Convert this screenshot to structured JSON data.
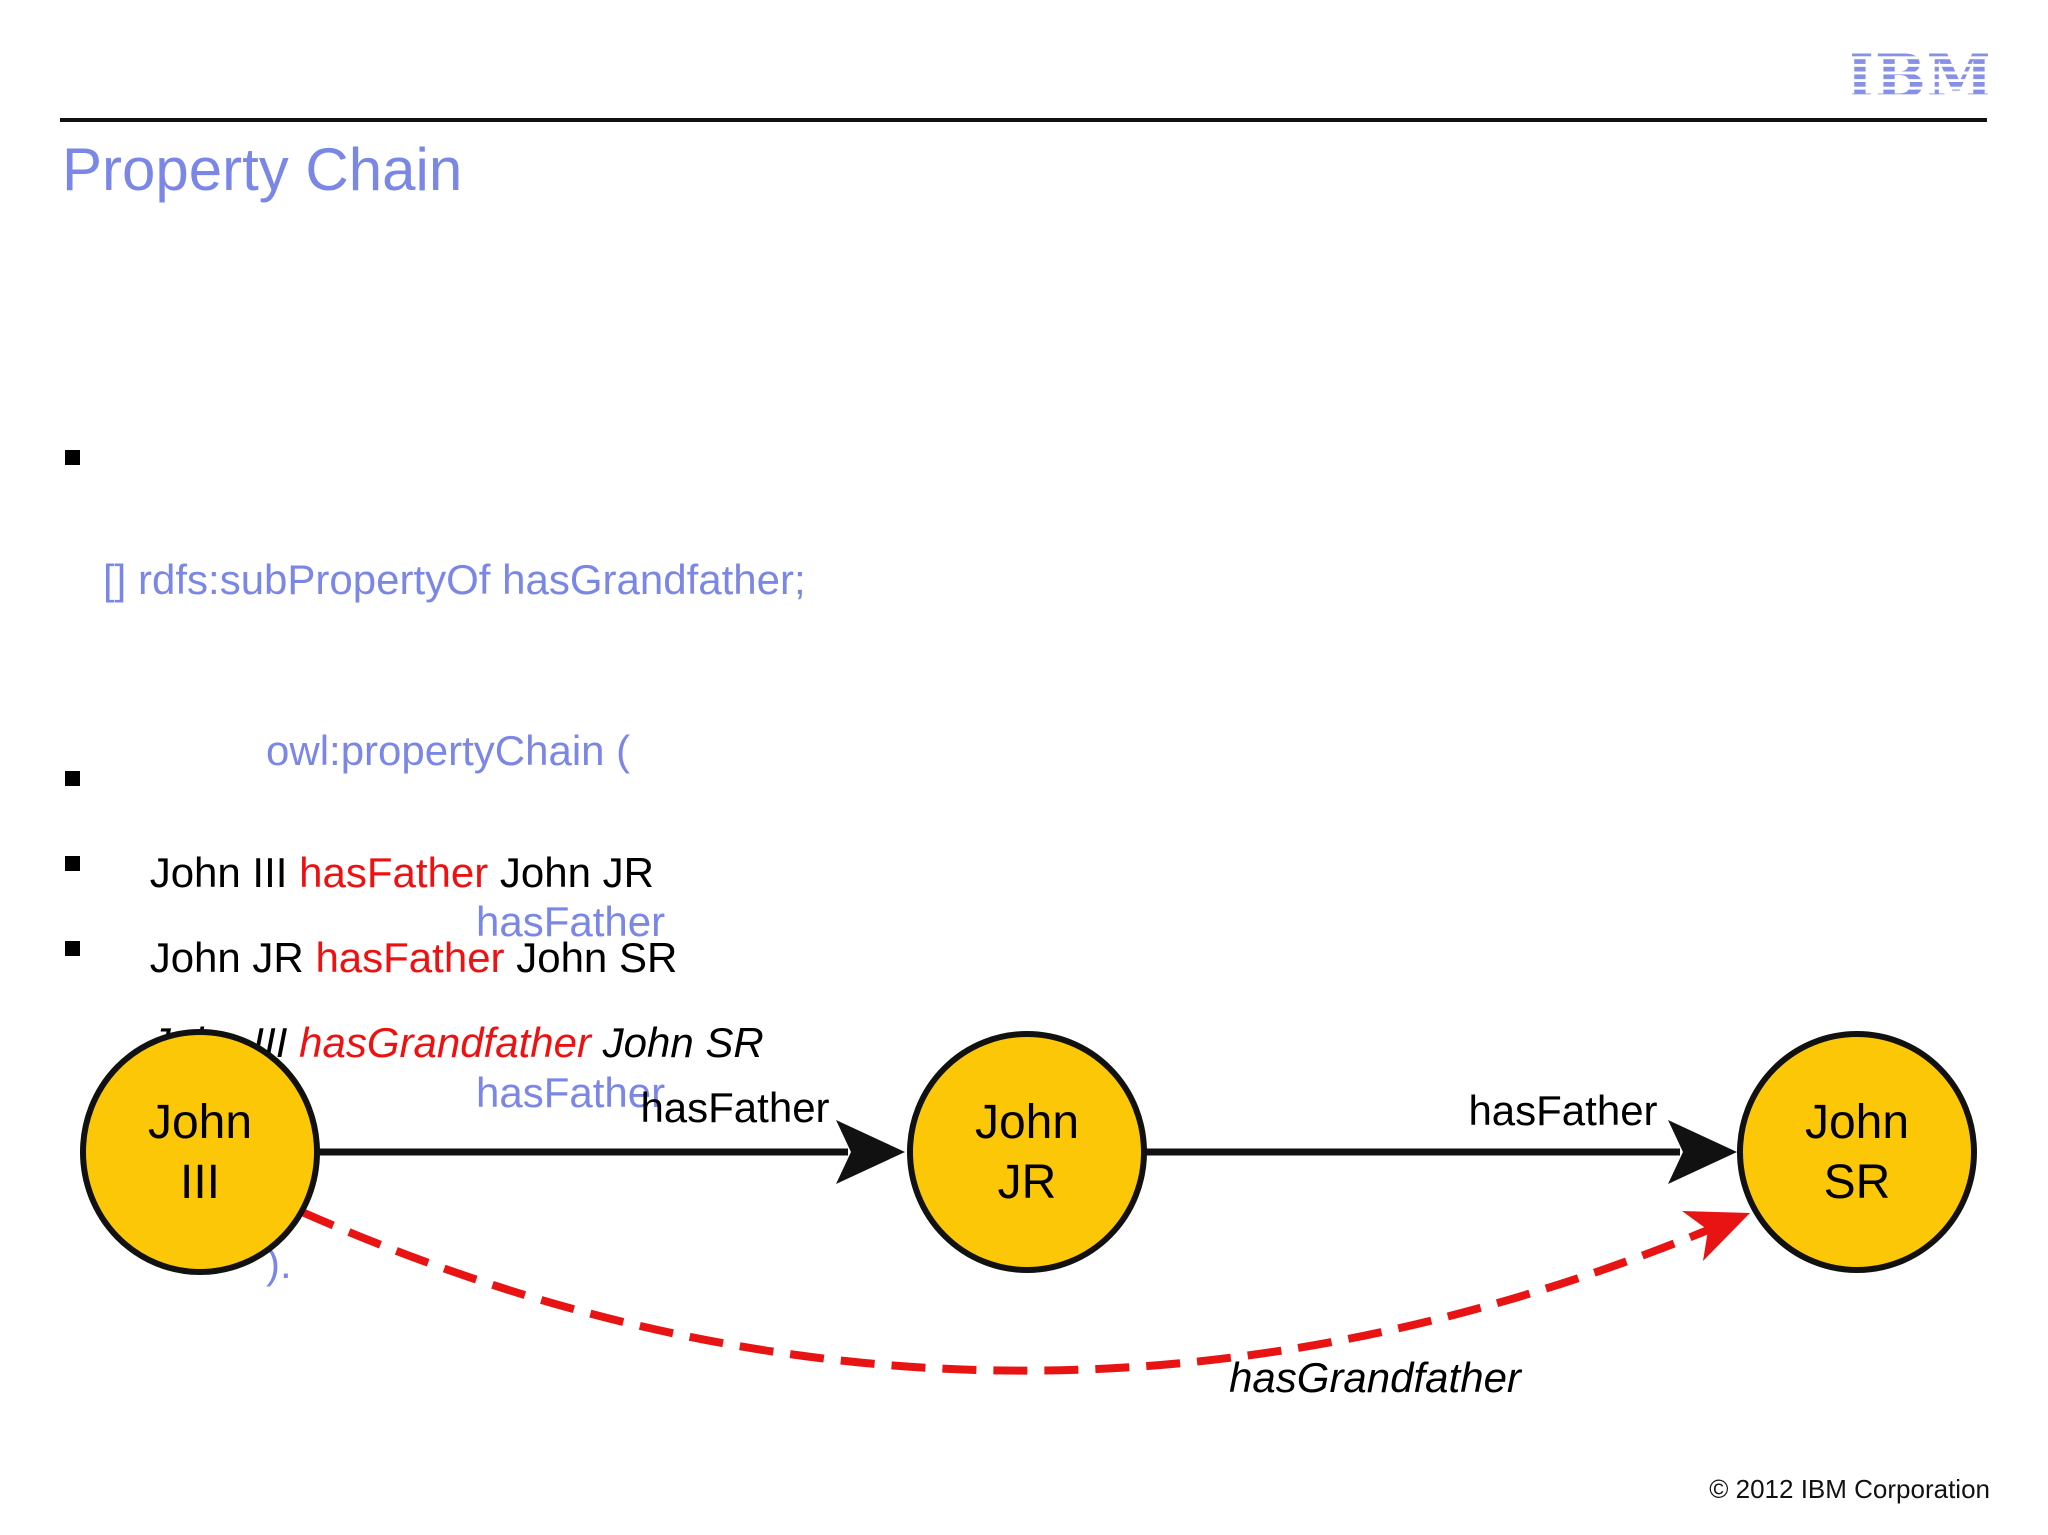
{
  "slide": {
    "title": "Property Chain",
    "logo_text": "IBM",
    "footer": "© 2012 IBM Corporation"
  },
  "colors": {
    "accent_periwinkle": "#7b87e6",
    "keyword_red": "#ee1111",
    "dashed_red": "#e81414",
    "node_fill": "#fbc707",
    "node_stroke": "#111111",
    "edge_black": "#111111",
    "text_black": "#000000"
  },
  "code": {
    "lines": [
      {
        "text": "[] rdfs:subPropertyOf hasGrandfather;",
        "indent": 0
      },
      {
        "text": "owl:propertyChain (",
        "indent": 1
      },
      {
        "text": "hasFather",
        "indent": 2
      },
      {
        "text": "hasFather",
        "indent": 2
      },
      {
        "text": ").",
        "indent": 1
      }
    ]
  },
  "facts": [
    {
      "prefix": "John III ",
      "keyword": "hasFather",
      "suffix": " John JR",
      "italic": false
    },
    {
      "prefix": "John JR ",
      "keyword": "hasFather",
      "suffix": " John SR",
      "italic": false
    },
    {
      "prefix": "John III ",
      "keyword": "hasGrandfather",
      "suffix": " John SR",
      "italic": true
    }
  ],
  "diagram": {
    "nodes": [
      {
        "line1": "John",
        "line2": "III"
      },
      {
        "line1": "John",
        "line2": "JR"
      },
      {
        "line1": "John",
        "line2": "SR"
      }
    ],
    "edges": [
      {
        "label": "hasFather",
        "style": "solid",
        "from": "John III",
        "to": "John JR"
      },
      {
        "label": "hasFather",
        "style": "solid",
        "from": "John JR",
        "to": "John SR"
      },
      {
        "label": "hasGrandfather",
        "style": "dashed-red",
        "from": "John III",
        "to": "John SR"
      }
    ]
  }
}
